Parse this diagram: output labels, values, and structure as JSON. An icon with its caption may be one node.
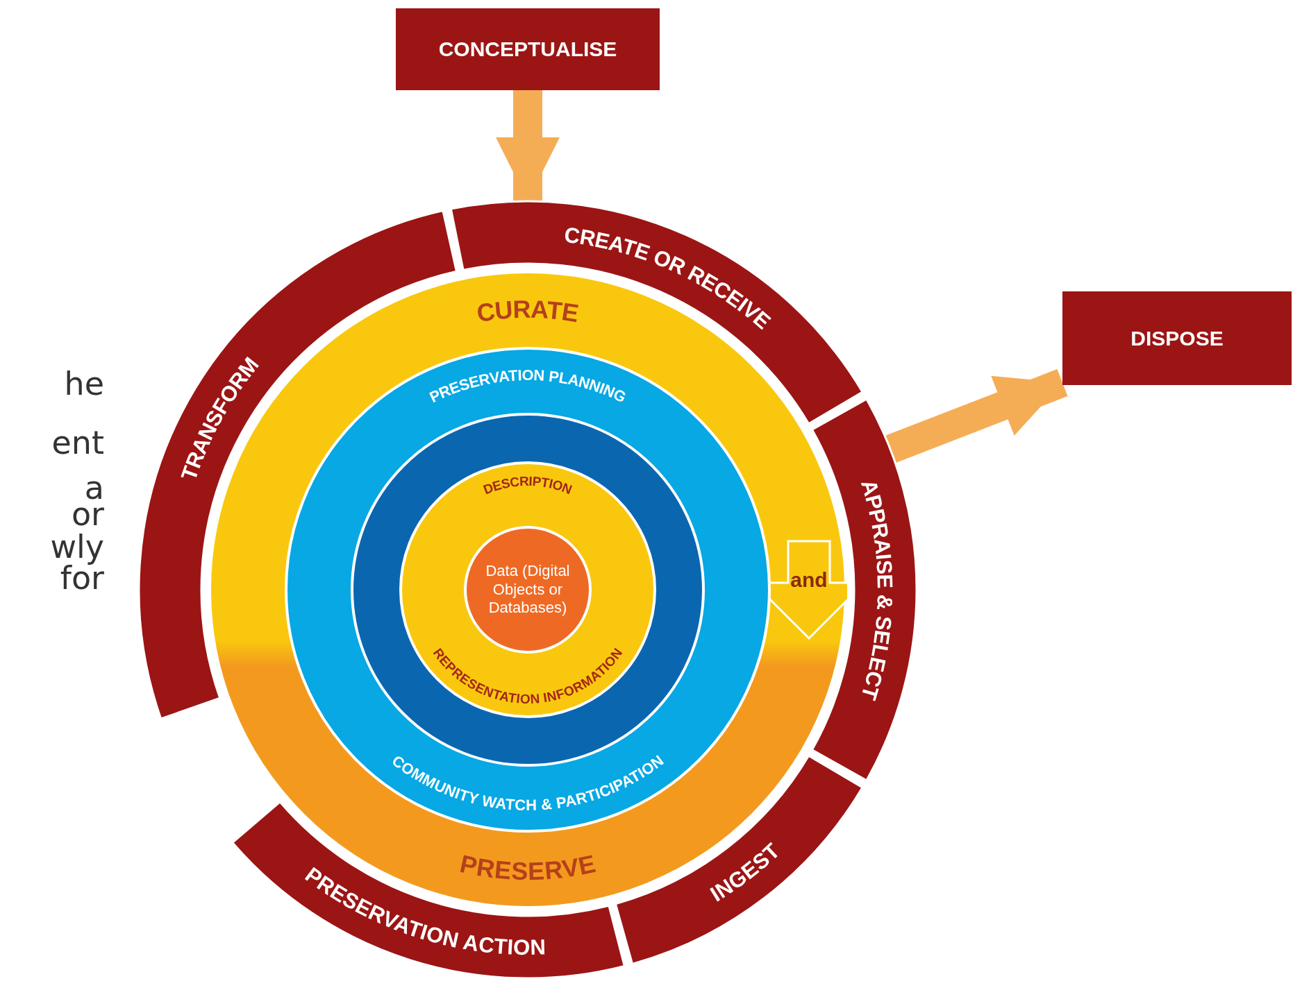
{
  "diagram": {
    "nodes": [
      {
        "text": [
          "CONCEPTUALISE"
        ]
      },
      {
        "text": [
          "DISPOSE"
        ]
      },
      {
        "text": [
          "TRANSFORM"
        ]
      },
      {
        "text": [
          "CREATE OR RECEIVE"
        ]
      },
      {
        "text": [
          "APPRAISE & SELECT"
        ]
      },
      {
        "text": [
          "INGEST"
        ]
      },
      {
        "text": [
          "PRESERVATION ACTION"
        ]
      },
      {
        "text": [
          "CURATE",
          "and",
          "PRESERVE"
        ]
      },
      {
        "text": [
          "PRESERVATION PLANNING",
          "COMMUNITY WATCH & PARTICIPATION"
        ],
        "in": 7
      },
      {
        "text": [],
        "shape": "circle",
        "in": 8
      },
      {
        "text": [
          "DESCRIPTION",
          "REPRESENTATION INFORMATION"
        ],
        "in": 9
      },
      {
        "text": [
          "Data (Digital Objects or Databases)"
        ],
        "in": 10
      }
    ],
    "edges": [
      {
        "from": 0,
        "to": 3,
        "arrow": "to"
      },
      {
        "from": 4,
        "to": 1,
        "arrow": "to"
      }
    ],
    "labels": [
      "he",
      "ent",
      "a",
      "or",
      "wly",
      "for"
    ]
  }
}
